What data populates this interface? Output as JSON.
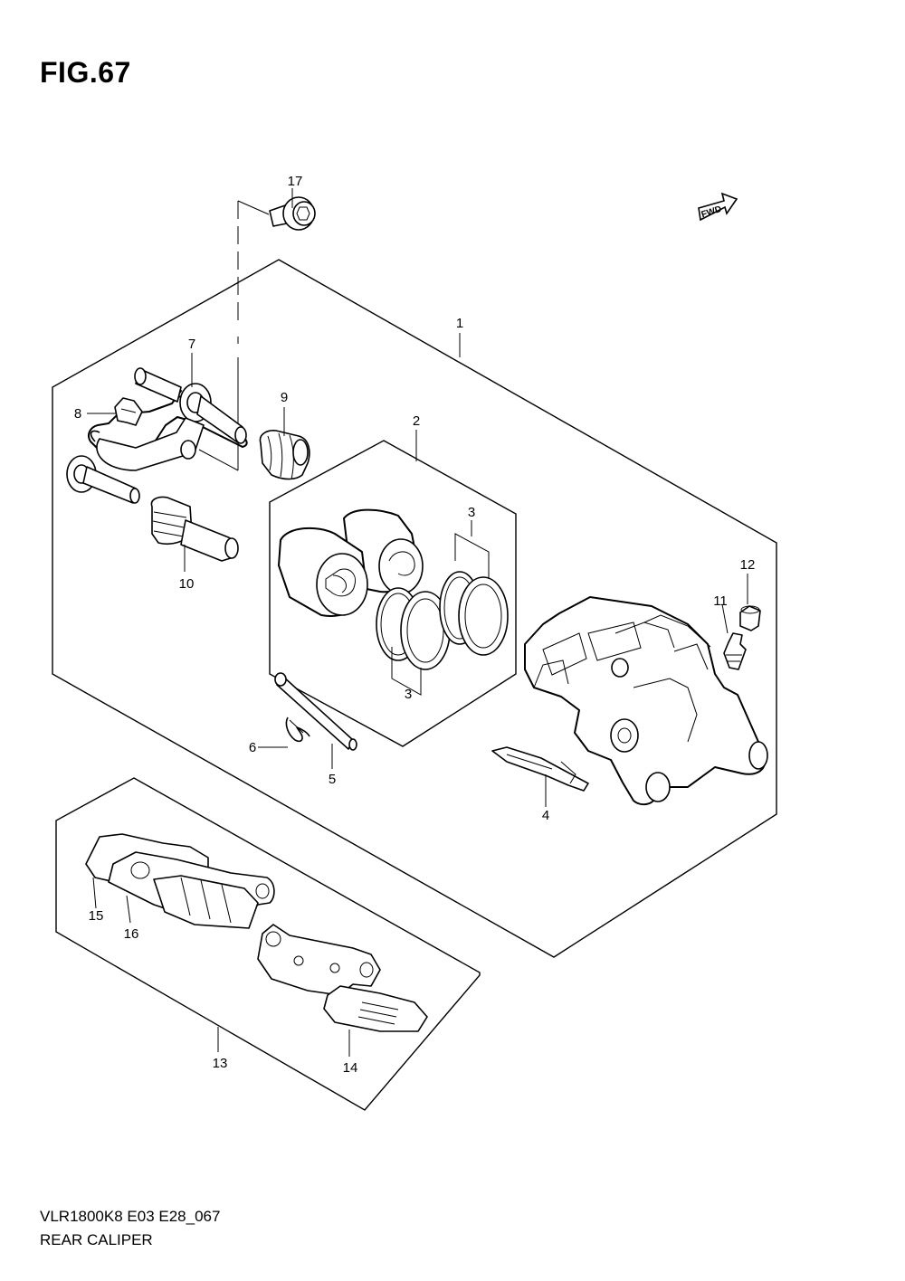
{
  "figure": {
    "title": "FIG.67",
    "footer_code": "VLR1800K8 E03 E28_067",
    "footer_name": "REAR CALIPER",
    "fwd_mark": "FWD"
  },
  "callouts": [
    {
      "id": "17",
      "text": "17"
    },
    {
      "id": "1",
      "text": "1"
    },
    {
      "id": "7",
      "text": "7"
    },
    {
      "id": "9",
      "text": "9"
    },
    {
      "id": "8",
      "text": "8"
    },
    {
      "id": "2",
      "text": "2"
    },
    {
      "id": "3a",
      "text": "3"
    },
    {
      "id": "10",
      "text": "10"
    },
    {
      "id": "12",
      "text": "12"
    },
    {
      "id": "11",
      "text": "11"
    },
    {
      "id": "3b",
      "text": "3"
    },
    {
      "id": "6",
      "text": "6"
    },
    {
      "id": "5",
      "text": "5"
    },
    {
      "id": "4",
      "text": "4"
    },
    {
      "id": "15",
      "text": "15"
    },
    {
      "id": "16",
      "text": "16"
    },
    {
      "id": "13",
      "text": "13"
    },
    {
      "id": "14",
      "text": "14"
    }
  ]
}
